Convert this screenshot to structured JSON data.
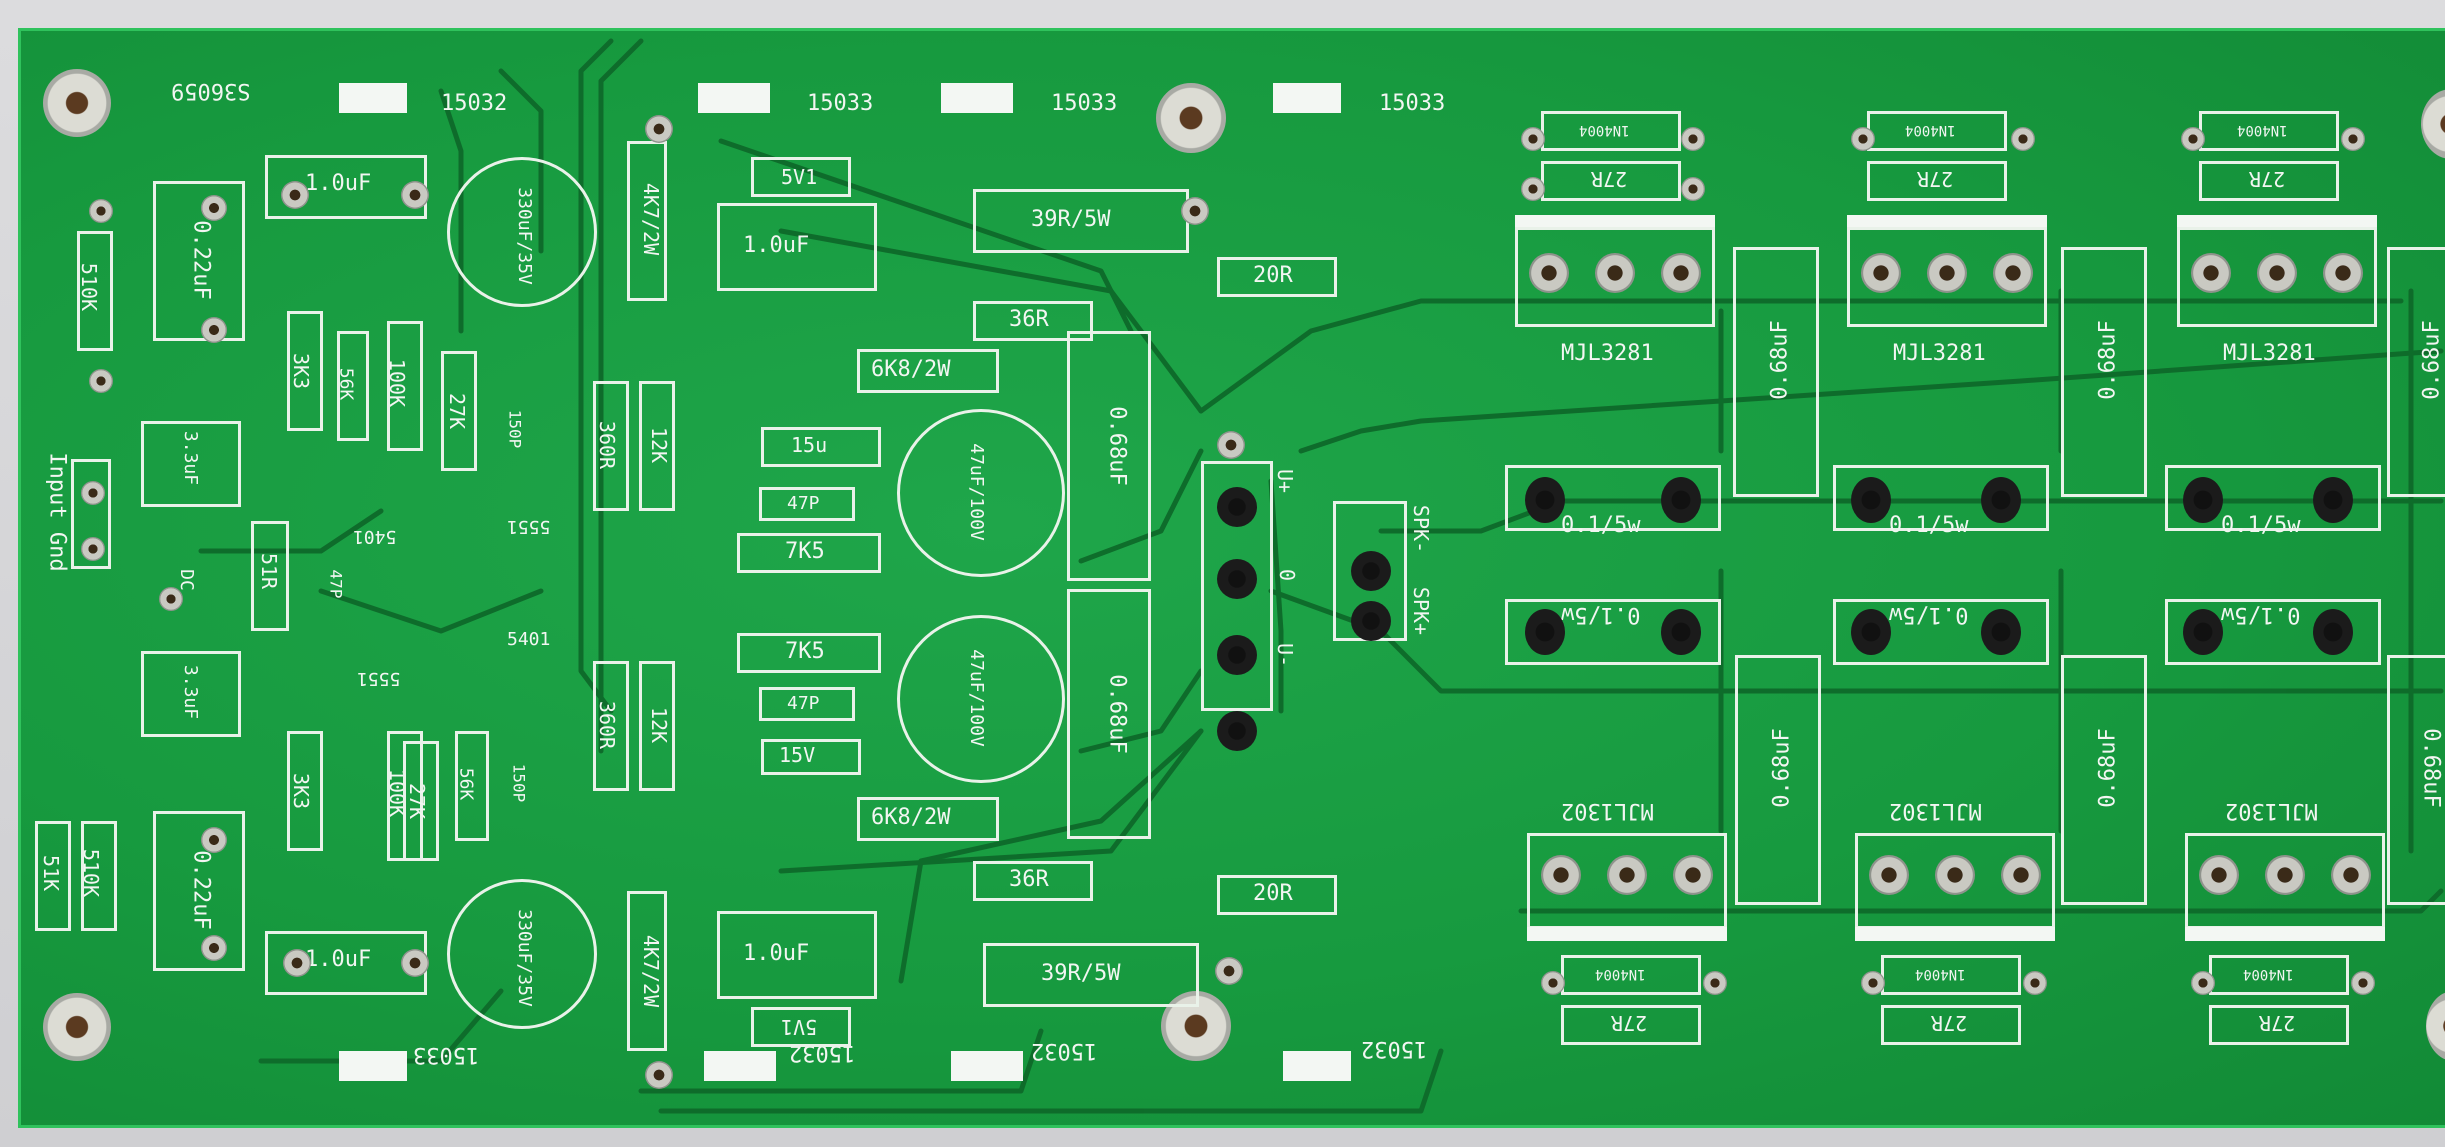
{
  "board_labels": {
    "serial": "S36059",
    "input_gnd": "Input Gnd",
    "dc": "DC",
    "u_plus": "U+",
    "zero": "0",
    "u_minus": "U-",
    "spk_minus": "SPK-",
    "spk_plus": "SPK+",
    "transistor_15032": "15032",
    "transistor_15033": "15033",
    "transistor_5401": "5401",
    "transistor_5551": "5551",
    "transistor_mjl3281": "MJL3281",
    "transistor_mjl1302": "MJL1302"
  },
  "components": {
    "r510k": "510K",
    "c022": "0.22uF",
    "c33": "3.3uF",
    "r51r": "51R",
    "r51k": "51K",
    "c10": "1.0uF",
    "r3k3": "3K3",
    "r56k": "56K",
    "r100k": "100K",
    "r27k": "27K",
    "c150p": "150P",
    "c47p": "47P",
    "c330": "330uF/35V",
    "r360r": "360R",
    "r12k": "12K",
    "r4k7": "4K7/2W",
    "z5v1": "5V1",
    "z15v": "15V",
    "r39r": "39R/5W",
    "r36r": "36R",
    "r6k8": "6K8/2W",
    "r7k5": "7K5",
    "c47u": "47uF/100V",
    "c068": "0.68uF",
    "r20r": "20R",
    "r27r": "27R",
    "d4004": "1N4004",
    "r01": "0.1/5w"
  },
  "colors": {
    "board": "#179a3f",
    "trace": "#0e6a2a",
    "silkscreen": "#f2f6f2"
  }
}
